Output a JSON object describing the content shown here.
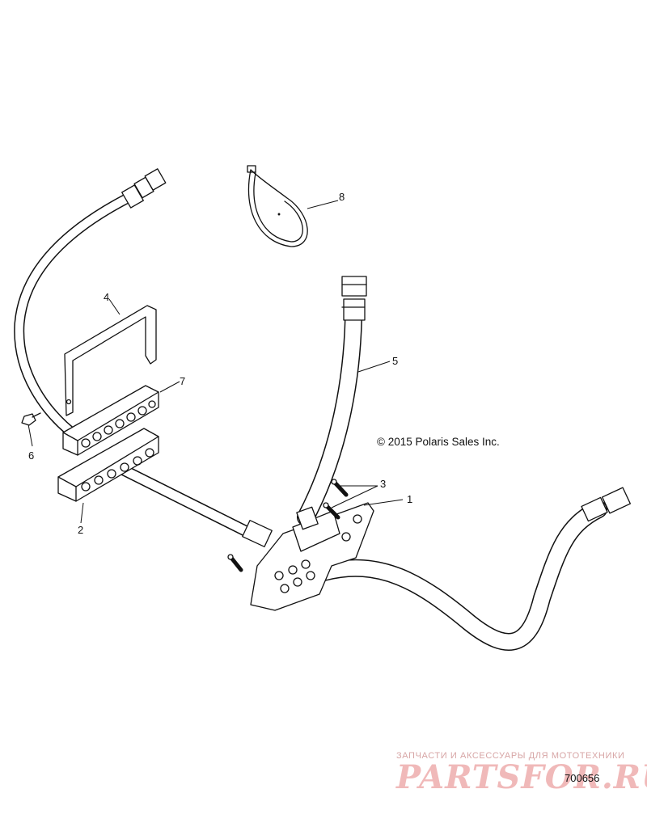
{
  "callouts": [
    "1",
    "2",
    "3",
    "4",
    "5",
    "6",
    "7",
    "8"
  ],
  "copyright": "© 2015 Polaris Sales Inc.",
  "part_number": "700656",
  "watermark": {
    "tagline": "ЗАПЧАСТИ И АКСЕССУАРЫ ДЛЯ МОТОТЕХНИКИ",
    "logo": "PARTSFOR.RU"
  },
  "colors": {
    "line": "#111111",
    "watermark": "#f0b9b9"
  }
}
